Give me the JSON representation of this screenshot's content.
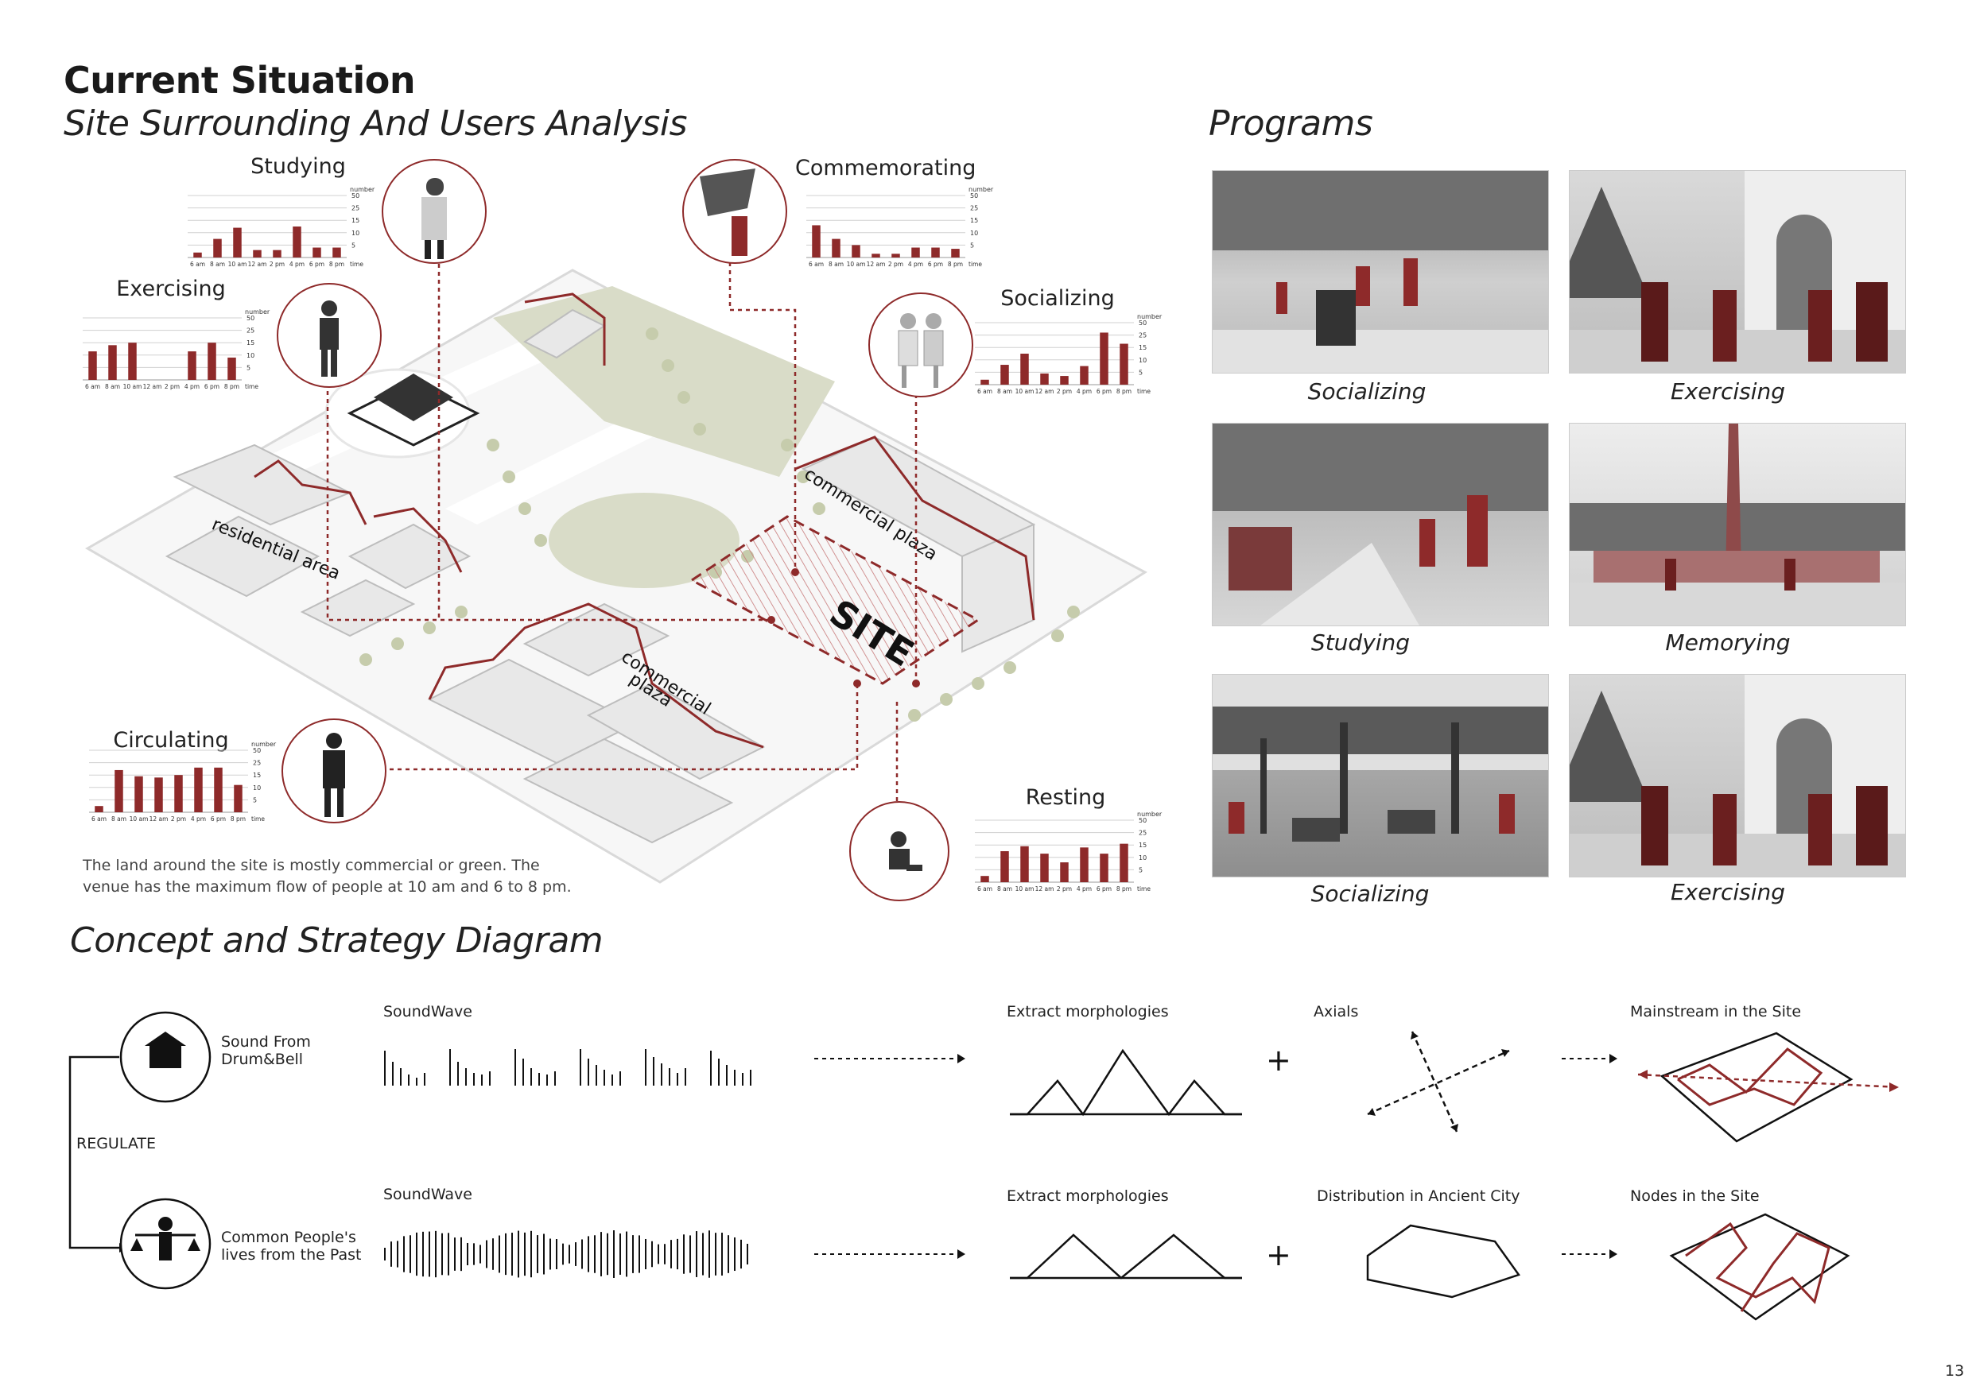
{
  "header": {
    "title": "Current Situation",
    "subtitle": "Site Surrounding And Users Analysis",
    "programs_title": "Programs"
  },
  "map": {
    "site_label": "SITE",
    "residential_label": "residential area",
    "commercial_plaza_1": "commercial plaza",
    "commercial_plaza_2a": "commercial",
    "commercial_plaza_2b": "plaza",
    "note_line1": "The land around the site is mostly commercial or green. The",
    "note_line2": "venue has the maximum flow of people at 10 am and 6 to 8 pm."
  },
  "chart_data": [
    {
      "type": "bar",
      "title": "Studying",
      "ylabel": "number",
      "xlabel": "time",
      "y_ticks": [
        "50",
        "25",
        "15",
        "10",
        "5"
      ],
      "categories": [
        "6 am",
        "8 am",
        "10 am",
        "12 am",
        "2 pm",
        "4 pm",
        "6 pm",
        "8 pm"
      ],
      "values": [
        4,
        15,
        24,
        6,
        6,
        25,
        8,
        8
      ],
      "color": "#8e2a2a"
    },
    {
      "type": "bar",
      "title": "Exercising",
      "ylabel": "number",
      "xlabel": "time",
      "y_ticks": [
        "50",
        "25",
        "15",
        "10",
        "5"
      ],
      "categories": [
        "6 am",
        "8 am",
        "10 am",
        "12 am",
        "2 pm",
        "4 pm",
        "6 pm",
        "8 pm"
      ],
      "values": [
        23,
        28,
        30,
        0,
        0,
        23,
        30,
        18
      ],
      "color": "#8e2a2a"
    },
    {
      "type": "bar",
      "title": "Commemorating",
      "ylabel": "number",
      "xlabel": "time",
      "y_ticks": [
        "50",
        "25",
        "15",
        "10",
        "5"
      ],
      "categories": [
        "6 am",
        "8 am",
        "10 am",
        "12 am",
        "2 pm",
        "4 pm",
        "6 pm",
        "8 pm"
      ],
      "values": [
        26,
        15,
        10,
        3,
        3,
        8,
        8,
        7
      ],
      "color": "#8e2a2a"
    },
    {
      "type": "bar",
      "title": "Socializing",
      "ylabel": "number",
      "xlabel": "time",
      "y_ticks": [
        "50",
        "25",
        "15",
        "10",
        "5"
      ],
      "categories": [
        "6 am",
        "8 am",
        "10 am",
        "12 am",
        "2 pm",
        "4 pm",
        "6 pm",
        "8 pm"
      ],
      "values": [
        4,
        16,
        25,
        9,
        7,
        15,
        42,
        33
      ],
      "color": "#8e2a2a"
    },
    {
      "type": "bar",
      "title": "Circulating",
      "ylabel": "number",
      "xlabel": "time",
      "y_ticks": [
        "50",
        "25",
        "15",
        "10",
        "5"
      ],
      "categories": [
        "6 am",
        "8 am",
        "10 am",
        "12 am",
        "2 pm",
        "4 pm",
        "6 pm",
        "8 pm"
      ],
      "values": [
        5,
        34,
        29,
        28,
        30,
        36,
        36,
        22
      ],
      "color": "#8e2a2a"
    },
    {
      "type": "bar",
      "title": "Resting",
      "ylabel": "number",
      "xlabel": "time",
      "y_ticks": [
        "50",
        "25",
        "15",
        "10",
        "5"
      ],
      "categories": [
        "6 am",
        "8 am",
        "10 am",
        "12 am",
        "2 pm",
        "4 pm",
        "6 pm",
        "8 pm"
      ],
      "values": [
        5,
        25,
        29,
        23,
        16,
        28,
        23,
        31
      ],
      "color": "#8e2a2a"
    }
  ],
  "programs": [
    {
      "caption": "Socializing"
    },
    {
      "caption": "Exercising"
    },
    {
      "caption": "Studying"
    },
    {
      "caption": "Memorying"
    },
    {
      "caption": "Socializing"
    },
    {
      "caption": "Exercising"
    }
  ],
  "concept": {
    "title": "Concept and Strategy Diagram",
    "regulate": "REGULATE",
    "row1": {
      "source_line1": "Sound From",
      "source_line2": "Drum&Bell",
      "soundwave": "SoundWave",
      "extract": "Extract morphologies",
      "second": "Axials",
      "result": "Mainstream in the Site"
    },
    "row2": {
      "source_line1": "Common People's",
      "source_line2": "lives from the Past",
      "soundwave": "SoundWave",
      "extract": "Extract morphologies",
      "second": "Distribution in Ancient City",
      "result": "Nodes in the Site"
    },
    "plus": "+"
  },
  "page_number": "13"
}
